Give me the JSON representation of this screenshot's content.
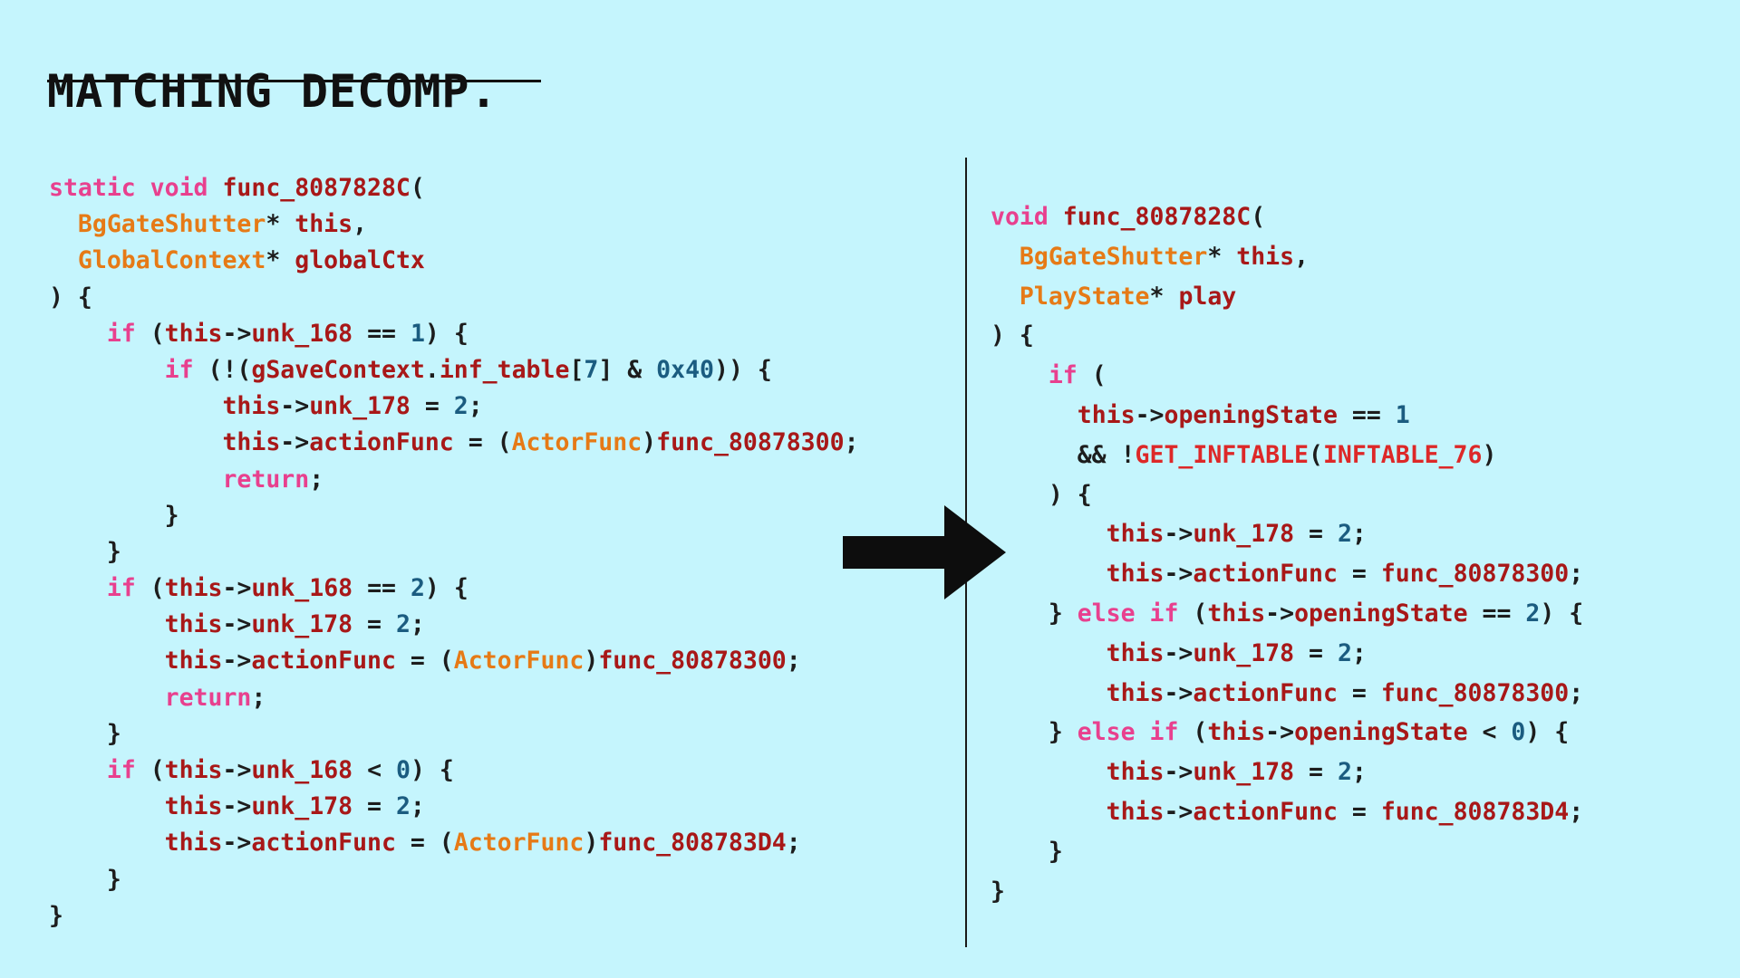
{
  "slide": {
    "title": "MATCHING DECOMP."
  },
  "left_code": {
    "lines": [
      [
        [
          "kw",
          "static void "
        ],
        [
          "id",
          "func_8087828C"
        ],
        [
          "op",
          "("
        ]
      ],
      [
        [
          "op",
          "  "
        ],
        [
          "type",
          "BgGateShutter"
        ],
        [
          "op",
          "* "
        ],
        [
          "id",
          "this"
        ],
        [
          "op",
          ","
        ]
      ],
      [
        [
          "op",
          "  "
        ],
        [
          "type",
          "GlobalContext"
        ],
        [
          "op",
          "* "
        ],
        [
          "id",
          "globalCtx"
        ]
      ],
      [
        [
          "op",
          ") {"
        ]
      ],
      [
        [
          "op",
          "    "
        ],
        [
          "kw",
          "if"
        ],
        [
          "op",
          " ("
        ],
        [
          "id",
          "this"
        ],
        [
          "op",
          "->"
        ],
        [
          "id",
          "unk_168"
        ],
        [
          "op",
          " == "
        ],
        [
          "num",
          "1"
        ],
        [
          "op",
          ") {"
        ]
      ],
      [
        [
          "op",
          "        "
        ],
        [
          "kw",
          "if"
        ],
        [
          "op",
          " (!("
        ],
        [
          "id",
          "gSaveContext"
        ],
        [
          "op",
          "."
        ],
        [
          "id",
          "inf_table"
        ],
        [
          "op",
          "["
        ],
        [
          "num",
          "7"
        ],
        [
          "op",
          "] & "
        ],
        [
          "num",
          "0x40"
        ],
        [
          "op",
          ")) {"
        ]
      ],
      [
        [
          "op",
          "            "
        ],
        [
          "id",
          "this"
        ],
        [
          "op",
          "->"
        ],
        [
          "id",
          "unk_178"
        ],
        [
          "op",
          " = "
        ],
        [
          "num",
          "2"
        ],
        [
          "op",
          ";"
        ]
      ],
      [
        [
          "op",
          "            "
        ],
        [
          "id",
          "this"
        ],
        [
          "op",
          "->"
        ],
        [
          "id",
          "actionFunc"
        ],
        [
          "op",
          " = ("
        ],
        [
          "type",
          "ActorFunc"
        ],
        [
          "op",
          ")"
        ],
        [
          "id",
          "func_80878300"
        ],
        [
          "op",
          ";"
        ]
      ],
      [
        [
          "op",
          "            "
        ],
        [
          "kw",
          "return"
        ],
        [
          "op",
          ";"
        ]
      ],
      [
        [
          "op",
          "        }"
        ]
      ],
      [
        [
          "op",
          "    }"
        ]
      ],
      [
        [
          "op",
          "    "
        ],
        [
          "kw",
          "if"
        ],
        [
          "op",
          " ("
        ],
        [
          "id",
          "this"
        ],
        [
          "op",
          "->"
        ],
        [
          "id",
          "unk_168"
        ],
        [
          "op",
          " == "
        ],
        [
          "num",
          "2"
        ],
        [
          "op",
          ") {"
        ]
      ],
      [
        [
          "op",
          "        "
        ],
        [
          "id",
          "this"
        ],
        [
          "op",
          "->"
        ],
        [
          "id",
          "unk_178"
        ],
        [
          "op",
          " = "
        ],
        [
          "num",
          "2"
        ],
        [
          "op",
          ";"
        ]
      ],
      [
        [
          "op",
          "        "
        ],
        [
          "id",
          "this"
        ],
        [
          "op",
          "->"
        ],
        [
          "id",
          "actionFunc"
        ],
        [
          "op",
          " = ("
        ],
        [
          "type",
          "ActorFunc"
        ],
        [
          "op",
          ")"
        ],
        [
          "id",
          "func_80878300"
        ],
        [
          "op",
          ";"
        ]
      ],
      [
        [
          "op",
          "        "
        ],
        [
          "kw",
          "return"
        ],
        [
          "op",
          ";"
        ]
      ],
      [
        [
          "op",
          "    }"
        ]
      ],
      [
        [
          "op",
          "    "
        ],
        [
          "kw",
          "if"
        ],
        [
          "op",
          " ("
        ],
        [
          "id",
          "this"
        ],
        [
          "op",
          "->"
        ],
        [
          "id",
          "unk_168"
        ],
        [
          "op",
          " < "
        ],
        [
          "num",
          "0"
        ],
        [
          "op",
          ") {"
        ]
      ],
      [
        [
          "op",
          "        "
        ],
        [
          "id",
          "this"
        ],
        [
          "op",
          "->"
        ],
        [
          "id",
          "unk_178"
        ],
        [
          "op",
          " = "
        ],
        [
          "num",
          "2"
        ],
        [
          "op",
          ";"
        ]
      ],
      [
        [
          "op",
          "        "
        ],
        [
          "id",
          "this"
        ],
        [
          "op",
          "->"
        ],
        [
          "id",
          "actionFunc"
        ],
        [
          "op",
          " = ("
        ],
        [
          "type",
          "ActorFunc"
        ],
        [
          "op",
          ")"
        ],
        [
          "id",
          "func_808783D4"
        ],
        [
          "op",
          ";"
        ]
      ],
      [
        [
          "op",
          "    }"
        ]
      ],
      [
        [
          "op",
          "}"
        ]
      ]
    ]
  },
  "right_code": {
    "lines": [
      [
        [
          "kw",
          "void "
        ],
        [
          "id",
          "func_8087828C"
        ],
        [
          "op",
          "("
        ]
      ],
      [
        [
          "op",
          "  "
        ],
        [
          "type",
          "BgGateShutter"
        ],
        [
          "op",
          "* "
        ],
        [
          "id",
          "this"
        ],
        [
          "op",
          ","
        ]
      ],
      [
        [
          "op",
          "  "
        ],
        [
          "type",
          "PlayState"
        ],
        [
          "op",
          "* "
        ],
        [
          "id",
          "play"
        ]
      ],
      [
        [
          "op",
          ") {"
        ]
      ],
      [
        [
          "op",
          "    "
        ],
        [
          "kw",
          "if"
        ],
        [
          "op",
          " ("
        ]
      ],
      [
        [
          "op",
          "      "
        ],
        [
          "id",
          "this"
        ],
        [
          "op",
          "->"
        ],
        [
          "id",
          "openingState"
        ],
        [
          "op",
          " == "
        ],
        [
          "num",
          "1"
        ]
      ],
      [
        [
          "op",
          "      && !"
        ],
        [
          "macro",
          "GET_INFTABLE"
        ],
        [
          "op",
          "("
        ],
        [
          "macro",
          "INFTABLE_76"
        ],
        [
          "op",
          ")"
        ]
      ],
      [
        [
          "op",
          "    ) {"
        ]
      ],
      [
        [
          "op",
          "        "
        ],
        [
          "id",
          "this"
        ],
        [
          "op",
          "->"
        ],
        [
          "id",
          "unk_178"
        ],
        [
          "op",
          " = "
        ],
        [
          "num",
          "2"
        ],
        [
          "op",
          ";"
        ]
      ],
      [
        [
          "op",
          "        "
        ],
        [
          "id",
          "this"
        ],
        [
          "op",
          "->"
        ],
        [
          "id",
          "actionFunc"
        ],
        [
          "op",
          " = "
        ],
        [
          "id",
          "func_80878300"
        ],
        [
          "op",
          ";"
        ]
      ],
      [
        [
          "op",
          "    } "
        ],
        [
          "kw",
          "else if"
        ],
        [
          "op",
          " ("
        ],
        [
          "id",
          "this"
        ],
        [
          "op",
          "->"
        ],
        [
          "id",
          "openingState"
        ],
        [
          "op",
          " == "
        ],
        [
          "num",
          "2"
        ],
        [
          "op",
          ") {"
        ]
      ],
      [
        [
          "op",
          "        "
        ],
        [
          "id",
          "this"
        ],
        [
          "op",
          "->"
        ],
        [
          "id",
          "unk_178"
        ],
        [
          "op",
          " = "
        ],
        [
          "num",
          "2"
        ],
        [
          "op",
          ";"
        ]
      ],
      [
        [
          "op",
          "        "
        ],
        [
          "id",
          "this"
        ],
        [
          "op",
          "->"
        ],
        [
          "id",
          "actionFunc"
        ],
        [
          "op",
          " = "
        ],
        [
          "id",
          "func_80878300"
        ],
        [
          "op",
          ";"
        ]
      ],
      [
        [
          "op",
          "    } "
        ],
        [
          "kw",
          "else if"
        ],
        [
          "op",
          " ("
        ],
        [
          "id",
          "this"
        ],
        [
          "op",
          "->"
        ],
        [
          "id",
          "openingState"
        ],
        [
          "op",
          " < "
        ],
        [
          "num",
          "0"
        ],
        [
          "op",
          ") {"
        ]
      ],
      [
        [
          "op",
          "        "
        ],
        [
          "id",
          "this"
        ],
        [
          "op",
          "->"
        ],
        [
          "id",
          "unk_178"
        ],
        [
          "op",
          " = "
        ],
        [
          "num",
          "2"
        ],
        [
          "op",
          ";"
        ]
      ],
      [
        [
          "op",
          "        "
        ],
        [
          "id",
          "this"
        ],
        [
          "op",
          "->"
        ],
        [
          "id",
          "actionFunc"
        ],
        [
          "op",
          " = "
        ],
        [
          "id",
          "func_808783D4"
        ],
        [
          "op",
          ";"
        ]
      ],
      [
        [
          "op",
          "    }"
        ]
      ],
      [
        [
          "op",
          "}"
        ]
      ]
    ]
  },
  "colors": {
    "background": "#c5f5fd",
    "keyword": "#e8408e",
    "type": "#e67a16",
    "identifier": "#a81818",
    "number": "#1b5c80",
    "macro": "#dd2828",
    "text": "#1d1d1d"
  },
  "icons": {
    "arrow": "right-arrow-icon"
  }
}
